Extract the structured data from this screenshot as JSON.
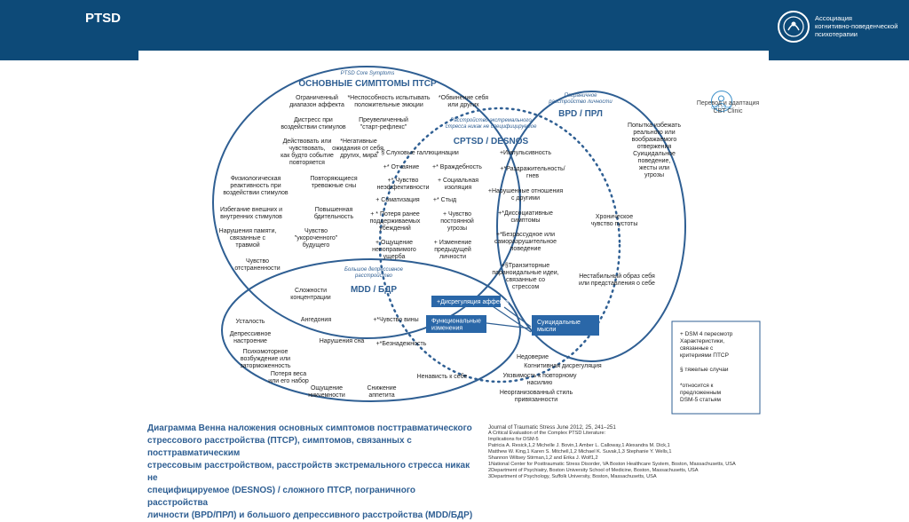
{
  "header": {
    "title": "PTSD",
    "org_lines": [
      "Ассоциация",
      "когнитивно-поведенческой",
      "психотерапии"
    ]
  },
  "colors": {
    "header_bg": "#0d4a78",
    "diagram_blue": "#2f5f93",
    "box_blue": "#2a67a8"
  },
  "logo": {
    "cbt_label": "CBT Clinic",
    "translation_lines": [
      "Перевод и адаптация",
      "CBT Clinic"
    ]
  },
  "ptsd": {
    "subtitle": "PTSD Core Symptoms",
    "title": "ОСНОВНЫЕ СИМПТОМЫ ПТСР",
    "items": [
      [
        "Ограниченный",
        "диапазон аффекта"
      ],
      [
        "*Неспособность испытывать",
        "положительные эмоции"
      ],
      [
        "*Обвинение себя",
        "или других"
      ],
      [
        "Дистресс при",
        "воздействии стимулов"
      ],
      [
        "Преувеличенный",
        "\"старт-рефлекс\""
      ],
      [
        "Действовать или",
        "чувствовать,",
        "как будто событие",
        "повторяется"
      ],
      [
        "*Негативные",
        "ожидания от себя,",
        "других, мира"
      ],
      [
        "Физиологическая",
        "реактивность при",
        "воздействии стимулов"
      ],
      [
        "Повторяющиеся",
        "тревожные сны"
      ],
      [
        "Избегание внешних и",
        "внутренних стимулов"
      ],
      [
        "Повышенная",
        "бдительность"
      ],
      [
        "Нарушения памяти,",
        "связанные с",
        "травмой"
      ],
      [
        "Чувство",
        "\"укороченного\"",
        "будущего"
      ],
      [
        "Чувство",
        "отстраненности"
      ]
    ]
  },
  "desnos": {
    "subtitle_lines": [
      "Расстройство экстремального",
      "стресса никак не специфицируемое"
    ],
    "title": "CPTSD / DESNOS",
    "items": [
      [
        "+ § Слуховые галлюцинации"
      ],
      [
        "+* Отчаяние"
      ],
      [
        "+* Враждебность"
      ],
      [
        "+* Чувство",
        "неэффективности"
      ],
      [
        "+ Социальная",
        "изоляция"
      ],
      [
        "+ Соматизация"
      ],
      [
        "+* Стыд"
      ],
      [
        "+ * Потеря ранее",
        "поддерживаемых",
        "убеждений"
      ],
      [
        "+ Чувство",
        "постоянной",
        "угрозы"
      ],
      [
        "+ Ощущение",
        "непоправимого",
        "ущерба"
      ],
      [
        "+ Изменение",
        "предыдущей",
        "личности"
      ],
      [
        "+Импульсивность"
      ],
      [
        "+*Раздражительность/",
        "гнев"
      ],
      [
        "+Нарушенные отношения",
        "с другими"
      ],
      [
        "+*Диссоциативные",
        "симптомы"
      ],
      [
        "+*Безрассудное или",
        "саморазрушительное",
        "поведение"
      ],
      [
        "+§Транзиторные",
        "параноидальные идеи,",
        "связанные со",
        "стрессом"
      ]
    ]
  },
  "bpd": {
    "subtitle_lines": [
      "Пограничное",
      "расстройство личности"
    ],
    "title": "BPD / ПРЛ",
    "items": [
      [
        "Попытка избежать",
        "реального или",
        "воображаемого",
        "отвержения"
      ],
      [
        "Суицидальное",
        "поведение,",
        "жесты или",
        "угрозы"
      ],
      [
        "Хроническое",
        "чувство пустоты"
      ],
      [
        "Нестабильный образ себя",
        "или представления о себе"
      ],
      [
        "Недоверие"
      ],
      [
        "Когнитивная дисрегуляция"
      ],
      [
        "Уязвимость к повторному",
        "насилию"
      ],
      [
        "Неорганизованный стиль",
        "привязанности"
      ]
    ]
  },
  "mdd": {
    "subtitle_lines": [
      "Большое депрессивное",
      "расстройство"
    ],
    "title": "MDD / БДР",
    "items": [
      [
        "Сложности",
        "концентрации"
      ],
      [
        "Ангедония"
      ],
      [
        "+*Чувство вины"
      ],
      [
        "Усталость"
      ],
      [
        "Депрессивное",
        "настроение"
      ],
      [
        "Нарушения сна"
      ],
      [
        "+*Безнадежность"
      ],
      [
        "Психомоторное",
        "возбуждение или",
        "заторможенность"
      ],
      [
        "Потеря веса",
        "или его набор"
      ],
      [
        "Ненависть к себе"
      ],
      [
        "Ощущение",
        "никчемности"
      ],
      [
        "Снижение",
        "аппетита"
      ]
    ]
  },
  "boxes": {
    "dysregulation": "+Дисрегуляция аффекта",
    "functional": [
      "Функциональные",
      "изменения"
    ],
    "suicidal": [
      "Суицидальные",
      "мысли"
    ]
  },
  "legend": {
    "items": [
      [
        "+ DSM 4 пересмотр",
        "Характеристики,",
        "связанные с",
        "критериями ПТСР"
      ],
      [
        "§ тяжелые случаи"
      ],
      [
        "*относится к",
        "предложенным",
        "DSM-5 статьям"
      ]
    ]
  },
  "caption": {
    "lines": [
      "Диаграмма Венна наложения основных симптомов посттравматического",
      "стрессового расстройства (ПТСР), симптомов, связанных с посттравматическим",
      "стрессовым расстройством, расстройств экстремального стресса никак не",
      "специфицируемое (DESNOS) / сложного ПТСР, пограничного расстройства",
      "личности (BPD/ПРЛ) и большого депрессивного расстройства (MDD/БДР)"
    ]
  },
  "reference": {
    "lines": [
      "Journal of Traumatic Stress June 2012, 25, 241–251",
      "A Critical Evaluation of the Complex PTSD Literature:",
      "Implications for DSM-5",
      "Patricia A. Resick,1,2 Michelle J. Bovin,1 Amber L. Calloway,1 Alexandra M. Dick,1",
      "Matthew W. King,1 Karen S. Mitchell,1,2 Michael K. Suvak,1,3 Stephanie Y. Wells,1",
      "Shannon Wiltsey Stirman,1,2 and Erika J. Wolf1,2",
      "1National Center for Posttraumatic Stress Disorder, VA Boston Healthcare System, Boston, Massachusetts, USA",
      "2Department of Psychiatry, Boston University School of Medicine, Boston, Massachusetts, USA",
      "3Department of Psychology, Suffolk University, Boston, Massachusetts, USA"
    ]
  }
}
